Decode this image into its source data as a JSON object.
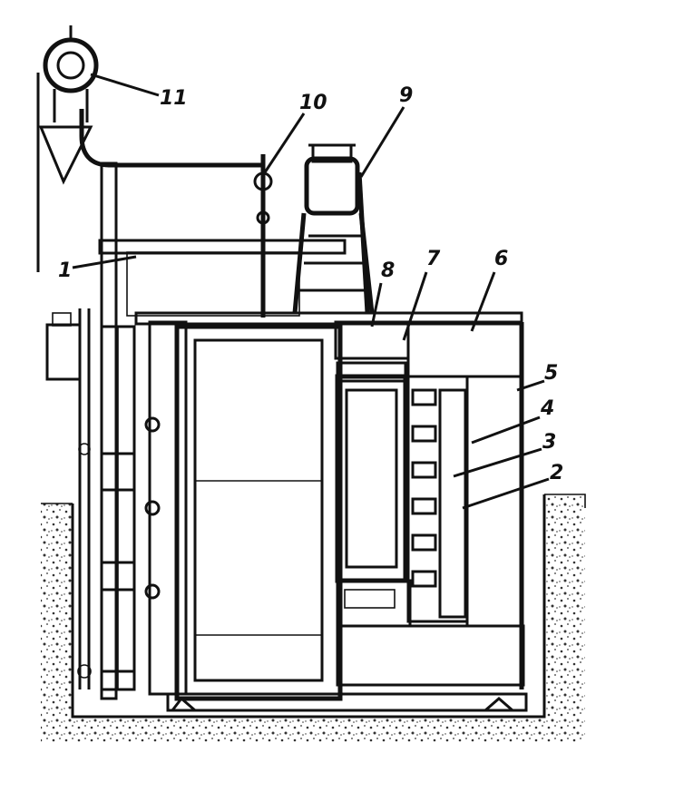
{
  "diagram": {
    "callouts": [
      {
        "id": "11",
        "text": "11"
      },
      {
        "id": "10",
        "text": "10"
      },
      {
        "id": "9",
        "text": "9"
      },
      {
        "id": "1",
        "text": "1"
      },
      {
        "id": "8",
        "text": "8"
      },
      {
        "id": "7",
        "text": "7"
      },
      {
        "id": "6",
        "text": "6"
      },
      {
        "id": "5",
        "text": "5"
      },
      {
        "id": "4",
        "text": "4"
      },
      {
        "id": "3",
        "text": "3"
      },
      {
        "id": "2",
        "text": "2"
      }
    ]
  },
  "colors": {
    "ink": "#111111",
    "paper": "#ffffff",
    "soil": "#555555"
  }
}
